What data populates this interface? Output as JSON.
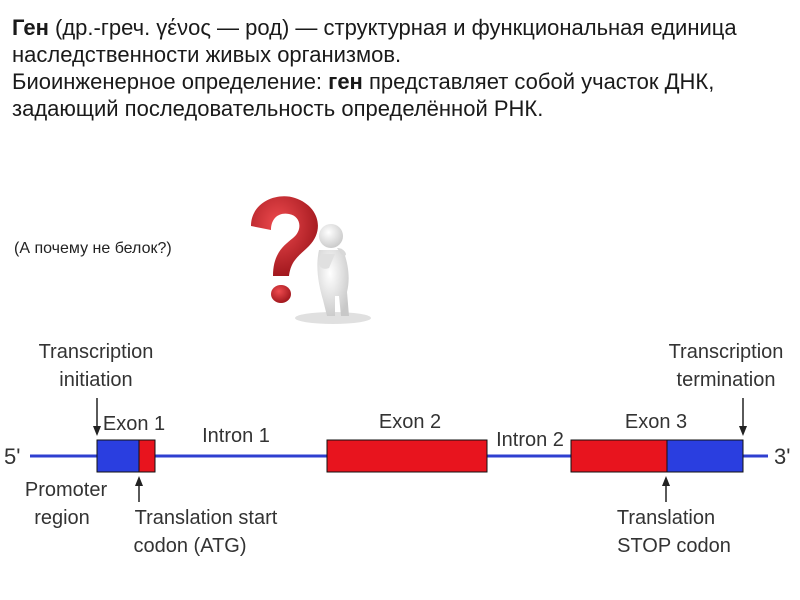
{
  "text": {
    "para1_bold": "Ген",
    "para1_rest": " (др.-греч. γένος — род) — структурная и функциональная единица наследственности живых организмов.",
    "para2_start": "Биоинженерное определение: ",
    "para2_bold": "ген",
    "para2_rest": " представляет собой участок ДНК, задающий последовательность определённой РНК.",
    "note": "(А почему не белок?)"
  },
  "diagram": {
    "five_prime": "5'",
    "three_prime": "3'",
    "transcription_initiation": [
      "Transcription",
      "initiation"
    ],
    "transcription_termination": [
      "Transcription",
      "termination"
    ],
    "exon1": "Exon 1",
    "intron1": "Intron 1",
    "exon2": "Exon 2",
    "intron2": "Intron 2",
    "exon3": "Exon 3",
    "promoter": [
      "Promoter",
      "region"
    ],
    "translation_start": [
      "Translation start",
      "codon (ATG)"
    ],
    "translation_stop": [
      "Translation",
      "STOP codon"
    ]
  },
  "colors": {
    "dna_line": "#2f3fd0",
    "exon_red": "#e8141e",
    "exon_blue": "#2a3ee0",
    "question_mark": "#c8232a"
  },
  "icons": {
    "figure": "thinking-person-question-mark"
  }
}
